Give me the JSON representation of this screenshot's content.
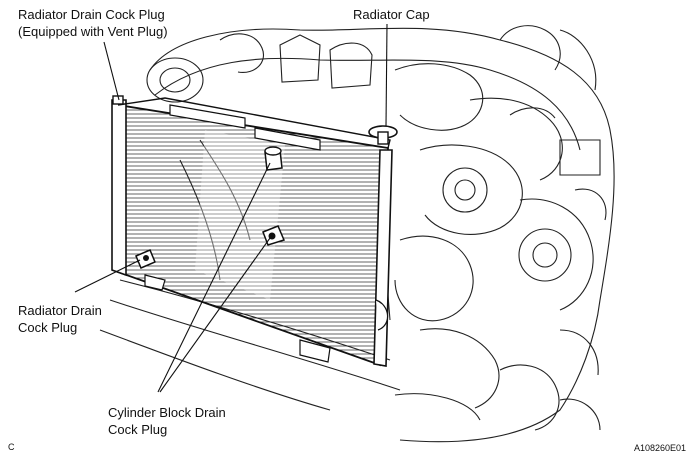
{
  "labels": {
    "radiator_drain_top_line1": "Radiator Drain Cock Plug",
    "radiator_drain_top_line2": "(Equipped with Vent Plug)",
    "radiator_cap": "Radiator Cap",
    "radiator_drain_left_line1": "Radiator Drain",
    "radiator_drain_left_line2": "Cock Plug",
    "cylinder_block_line1": "Cylinder Block Drain",
    "cylinder_block_line2": "Cock Plug"
  },
  "corner_marks": {
    "view_code": "C",
    "figure_id": "A108260E01"
  },
  "colors": {
    "ink": "#111111",
    "paper": "#ffffff"
  }
}
